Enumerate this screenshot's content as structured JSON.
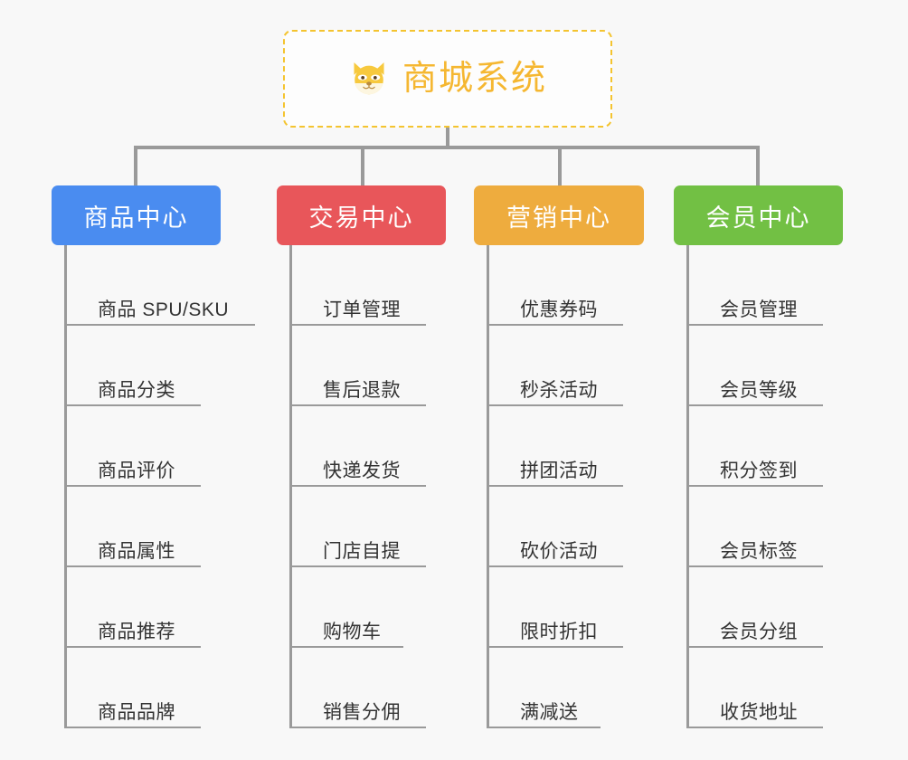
{
  "root": {
    "icon": "shiba-dog-face-icon",
    "title": "商城系统",
    "border_color": "#f4c430",
    "text_color": "#f5b731"
  },
  "canvas": {
    "background": "#f8f8f8",
    "connector_color": "#9a9a9a"
  },
  "branches": [
    {
      "label": "商品中心",
      "color": "#4a8cf0",
      "items": [
        "商品 SPU/SKU",
        "商品分类",
        "商品评价",
        "商品属性",
        "商品推荐",
        "商品品牌"
      ]
    },
    {
      "label": "交易中心",
      "color": "#e8565a",
      "items": [
        "订单管理",
        "售后退款",
        "快递发货",
        "门店自提",
        "购物车",
        "销售分佣"
      ]
    },
    {
      "label": "营销中心",
      "color": "#eeac3e",
      "items": [
        "优惠券码",
        "秒杀活动",
        "拼团活动",
        "砍价活动",
        "限时折扣",
        "满减送"
      ]
    },
    {
      "label": "会员中心",
      "color": "#72c044",
      "items": [
        "会员管理",
        "会员等级",
        "积分签到",
        "会员标签",
        "会员分组",
        "收货地址"
      ]
    }
  ]
}
